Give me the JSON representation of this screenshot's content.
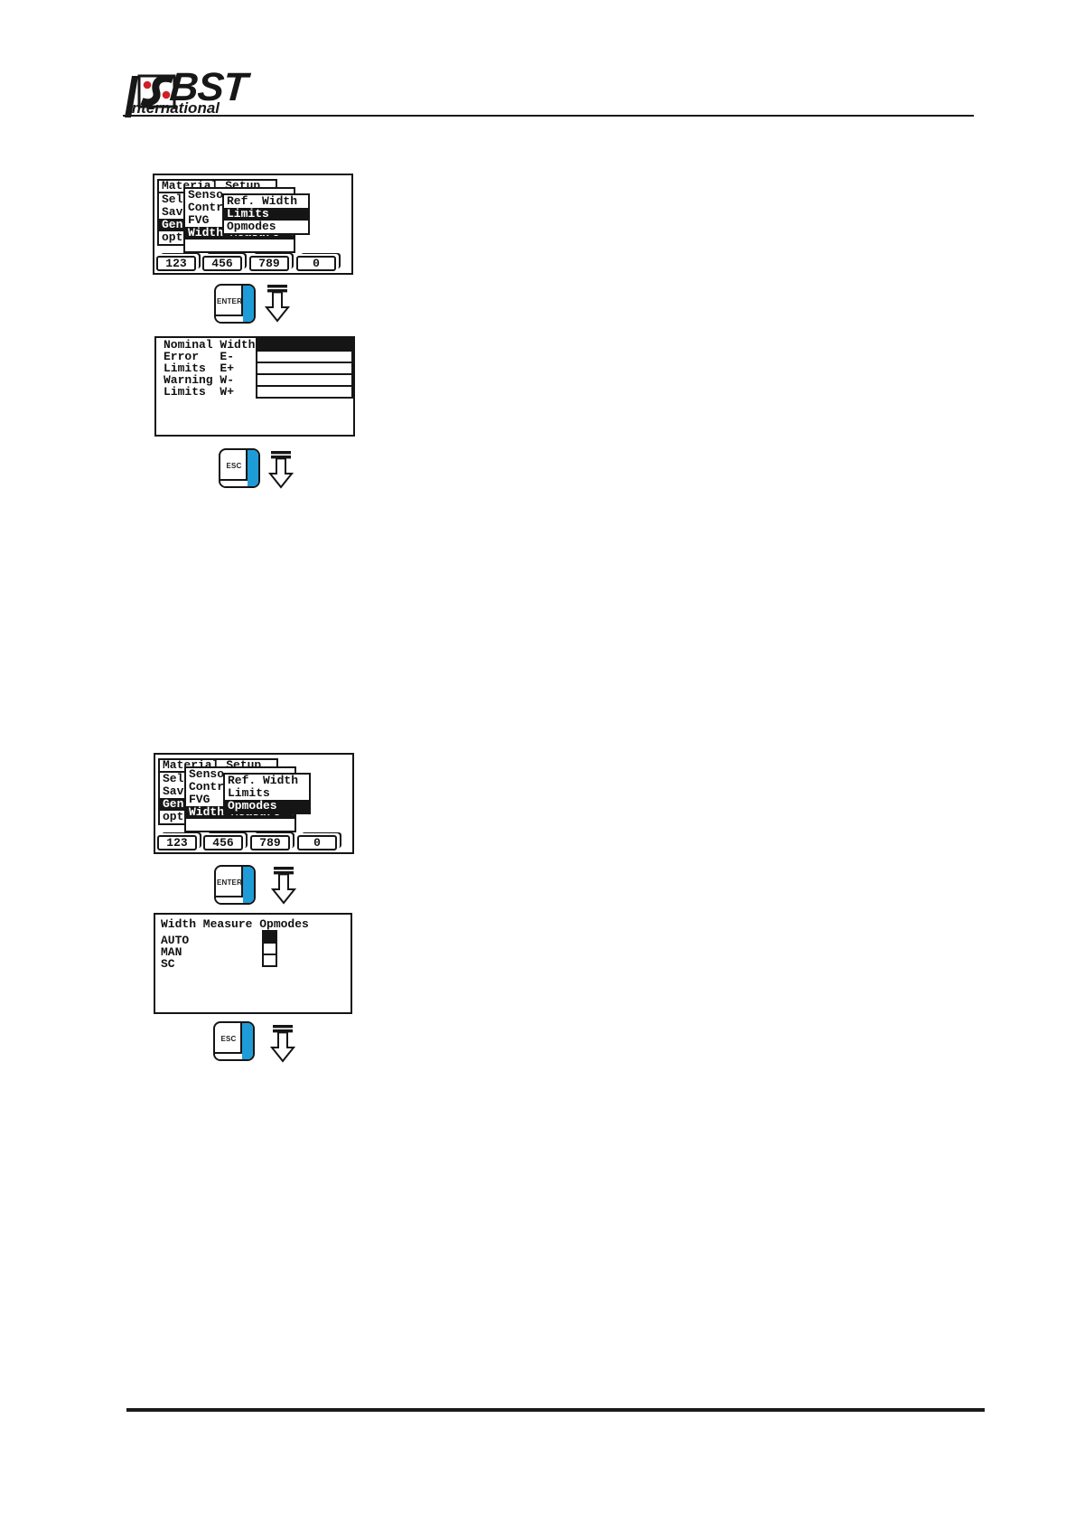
{
  "logo": {
    "brand": "BST",
    "subtitle": "international"
  },
  "colors": {
    "key_blue": "#1E9CD7",
    "logo_red": "#CF2027",
    "ink": "#151515"
  },
  "keys": {
    "enter": "ENTER",
    "esc": "ESC"
  },
  "keypad": [
    "123",
    "456",
    "789",
    "0"
  ],
  "menu_screen_limits": {
    "window1": {
      "title": "Material Setup",
      "items": [
        {
          "label": "Sel",
          "selected": false
        },
        {
          "label": "Sav",
          "selected": false
        },
        {
          "label": "Gen",
          "selected": true
        },
        {
          "label": "opt",
          "selected": false
        }
      ]
    },
    "window2": {
      "items": [
        {
          "label": "Senso",
          "selected": false
        },
        {
          "label": "Contr",
          "selected": false
        },
        {
          "label": "FVG",
          "selected": false
        },
        {
          "label": "Width Measure →",
          "selected": true
        }
      ]
    },
    "window3": {
      "items": [
        {
          "label": "Ref. Width",
          "selected": false
        },
        {
          "label": "Limits",
          "selected": true
        },
        {
          "label": "Opmodes",
          "selected": false
        }
      ]
    }
  },
  "limits_screen": {
    "rows": [
      {
        "label": "Nominal Width",
        "filled": true
      },
      {
        "label": "Error   E-",
        "filled": false
      },
      {
        "label": "Limits  E+",
        "filled": false
      },
      {
        "label": "Warning W-",
        "filled": false
      },
      {
        "label": "Limits  W+",
        "filled": false
      }
    ]
  },
  "menu_screen_opmodes": {
    "window1": {
      "title": "Material Setup",
      "items": [
        {
          "label": "Sel",
          "selected": false
        },
        {
          "label": "Sav",
          "selected": false
        },
        {
          "label": "Gen",
          "selected": true
        },
        {
          "label": "opt",
          "selected": false
        }
      ]
    },
    "window2": {
      "items": [
        {
          "label": "Senso",
          "selected": false
        },
        {
          "label": "Contr",
          "selected": false
        },
        {
          "label": "FVG",
          "selected": false
        },
        {
          "label": "Width Measure →",
          "selected": true
        }
      ]
    },
    "window3": {
      "items": [
        {
          "label": "Ref. Width",
          "selected": false
        },
        {
          "label": "Limits",
          "selected": false
        },
        {
          "label": "Opmodes",
          "selected": true
        }
      ]
    }
  },
  "opmodes_screen": {
    "title": "Width Measure Opmodes",
    "options": [
      {
        "label": "AUTO",
        "selected": true
      },
      {
        "label": "MAN",
        "selected": false
      },
      {
        "label": "SC",
        "selected": false
      }
    ]
  }
}
